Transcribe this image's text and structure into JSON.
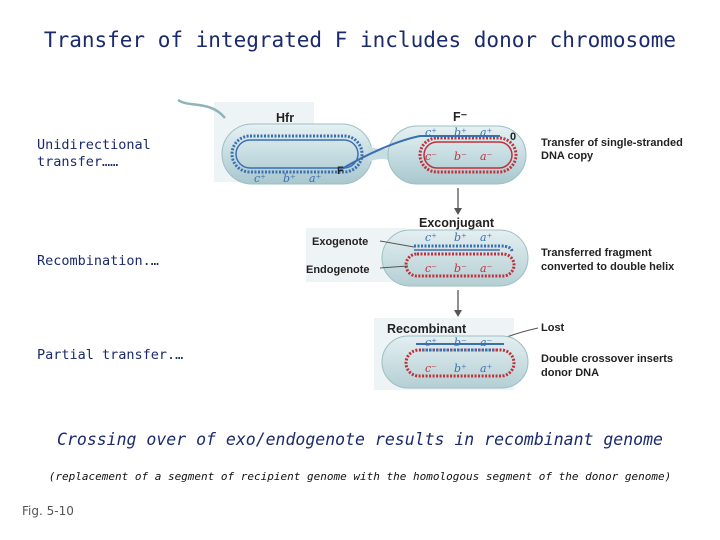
{
  "title": "Transfer of integrated F includes donor chromosome",
  "side_labels": {
    "unidirectional_1": "Unidirectional",
    "unidirectional_2": "transfer……",
    "recombination": "Recombination.…",
    "partial": "Partial transfer.…"
  },
  "diagram": {
    "hfr": "Hfr",
    "f_minus": "F⁻",
    "f_label": "F",
    "origin": "0",
    "exconjugant": "Exconjugant",
    "exogenote": "Exogenote",
    "endogenote": "Endogenote",
    "recombinant": "Recombinant",
    "lost": "Lost",
    "step1_1": "Transfer of single-stranded",
    "step1_2": "DNA copy",
    "step2_1": "Transferred fragment",
    "step2_2": "converted to double helix",
    "step3_1": "Double crossover inserts",
    "step3_2": "donor DNA",
    "genes": {
      "c_plus": "c⁺",
      "b_plus": "b⁺",
      "a_plus": "a⁺",
      "c_minus": "c⁻",
      "b_minus": "b⁻",
      "a_minus": "a⁻"
    },
    "colors": {
      "cell": "#cfe3e6",
      "donor_dna": "#3a6fb0",
      "recipient_dna": "#c0303a"
    }
  },
  "caption": "Crossing over of exo/endogenote results in recombinant genome",
  "subcaption": "(replacement of a segment of recipient genome with the homologous segment of the donor genome)",
  "figure_label": "Fig. 5-10"
}
